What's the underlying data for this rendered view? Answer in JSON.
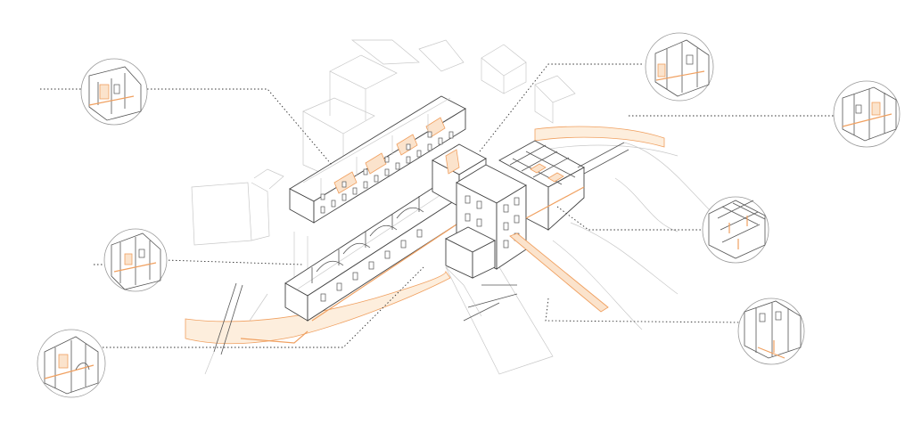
{
  "diagram": {
    "kind": "axonometric-building-exploded-detail",
    "colors": {
      "line": "#555555",
      "context": "#c8c8c8",
      "accent": "#f0a060",
      "accent_fill": "#fbe3cc",
      "leader": "#333333"
    },
    "detail_callouts": [
      {
        "id": "detail-top-left",
        "side": "left"
      },
      {
        "id": "detail-mid-left",
        "side": "left"
      },
      {
        "id": "detail-bottom-left",
        "side": "left"
      },
      {
        "id": "detail-top-center",
        "side": "right"
      },
      {
        "id": "detail-top-right",
        "side": "right"
      },
      {
        "id": "detail-mid-right",
        "side": "right"
      },
      {
        "id": "detail-bottom-right",
        "side": "right"
      }
    ]
  }
}
